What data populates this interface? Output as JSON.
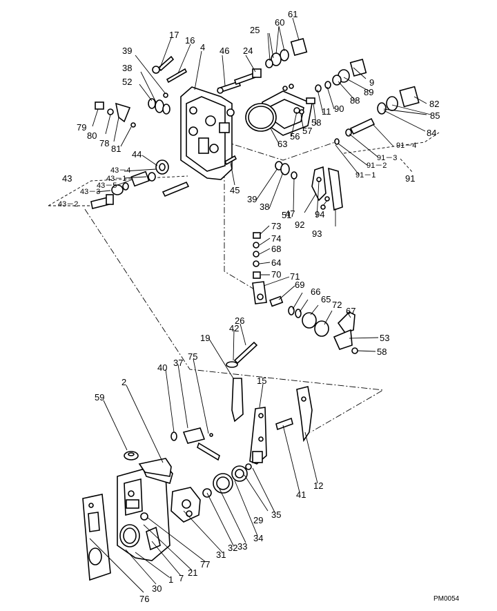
{
  "diagram": {
    "drawing_code": "PM0054",
    "labels": [
      {
        "id": "p61",
        "text": "61"
      },
      {
        "id": "p60",
        "text": "60"
      },
      {
        "id": "p25",
        "text": "25"
      },
      {
        "id": "p17",
        "text": "17"
      },
      {
        "id": "p16",
        "text": "16"
      },
      {
        "id": "p4",
        "text": "4"
      },
      {
        "id": "p46",
        "text": "46"
      },
      {
        "id": "p24",
        "text": "24"
      },
      {
        "id": "p39a",
        "text": "39"
      },
      {
        "id": "p38a",
        "text": "38"
      },
      {
        "id": "p52",
        "text": "52"
      },
      {
        "id": "p9",
        "text": "9"
      },
      {
        "id": "p89",
        "text": "89"
      },
      {
        "id": "p88",
        "text": "88"
      },
      {
        "id": "p90",
        "text": "90"
      },
      {
        "id": "p11",
        "text": "11"
      },
      {
        "id": "p82",
        "text": "82"
      },
      {
        "id": "p85",
        "text": "85"
      },
      {
        "id": "p84",
        "text": "84"
      },
      {
        "id": "p79",
        "text": "79"
      },
      {
        "id": "p80",
        "text": "80"
      },
      {
        "id": "p78",
        "text": "78"
      },
      {
        "id": "p81",
        "text": "81"
      },
      {
        "id": "p58a",
        "text": "58"
      },
      {
        "id": "p57",
        "text": "57"
      },
      {
        "id": "p56",
        "text": "56"
      },
      {
        "id": "p63",
        "text": "63"
      },
      {
        "id": "p91_4",
        "text": "91－4"
      },
      {
        "id": "p91_3",
        "text": "91－3"
      },
      {
        "id": "p91_2",
        "text": "91－2"
      },
      {
        "id": "p91_1",
        "text": "91－1"
      },
      {
        "id": "p91",
        "text": "91"
      },
      {
        "id": "p44",
        "text": "44"
      },
      {
        "id": "p43",
        "text": "43"
      },
      {
        "id": "p43_4",
        "text": "43－4"
      },
      {
        "id": "p43_1",
        "text": "43－1"
      },
      {
        "id": "p43_5",
        "text": "43－5"
      },
      {
        "id": "p43_3",
        "text": "43－3"
      },
      {
        "id": "p43_2",
        "text": "43－2"
      },
      {
        "id": "p45",
        "text": "45"
      },
      {
        "id": "p39b",
        "text": "39"
      },
      {
        "id": "p38b",
        "text": "38"
      },
      {
        "id": "p47",
        "text": "47"
      },
      {
        "id": "p51",
        "text": "51"
      },
      {
        "id": "p92",
        "text": "92"
      },
      {
        "id": "p94",
        "text": "94"
      },
      {
        "id": "p93",
        "text": "93"
      },
      {
        "id": "p73",
        "text": "73"
      },
      {
        "id": "p74",
        "text": "74"
      },
      {
        "id": "p68",
        "text": "68"
      },
      {
        "id": "p64",
        "text": "64"
      },
      {
        "id": "p70",
        "text": "70"
      },
      {
        "id": "p71",
        "text": "71"
      },
      {
        "id": "p69",
        "text": "69"
      },
      {
        "id": "p66",
        "text": "66"
      },
      {
        "id": "p65",
        "text": "65"
      },
      {
        "id": "p72",
        "text": "72"
      },
      {
        "id": "p67",
        "text": "67"
      },
      {
        "id": "p53",
        "text": "53"
      },
      {
        "id": "p58b",
        "text": "58"
      },
      {
        "id": "p42",
        "text": "42"
      },
      {
        "id": "p26",
        "text": "26"
      },
      {
        "id": "p19",
        "text": "19"
      },
      {
        "id": "p40",
        "text": "40"
      },
      {
        "id": "p37",
        "text": "37"
      },
      {
        "id": "p75",
        "text": "75"
      },
      {
        "id": "p59",
        "text": "59"
      },
      {
        "id": "p2",
        "text": "2"
      },
      {
        "id": "p15",
        "text": "15"
      },
      {
        "id": "p41",
        "text": "41"
      },
      {
        "id": "p12",
        "text": "12"
      },
      {
        "id": "p35",
        "text": "35"
      },
      {
        "id": "p29",
        "text": "29"
      },
      {
        "id": "p34",
        "text": "34"
      },
      {
        "id": "p33",
        "text": "33"
      },
      {
        "id": "p32",
        "text": "32"
      },
      {
        "id": "p31",
        "text": "31"
      },
      {
        "id": "p77",
        "text": "77"
      },
      {
        "id": "p21",
        "text": "21"
      },
      {
        "id": "p7",
        "text": "7"
      },
      {
        "id": "p1",
        "text": "1"
      },
      {
        "id": "p30",
        "text": "30"
      },
      {
        "id": "p76",
        "text": "76"
      }
    ]
  }
}
